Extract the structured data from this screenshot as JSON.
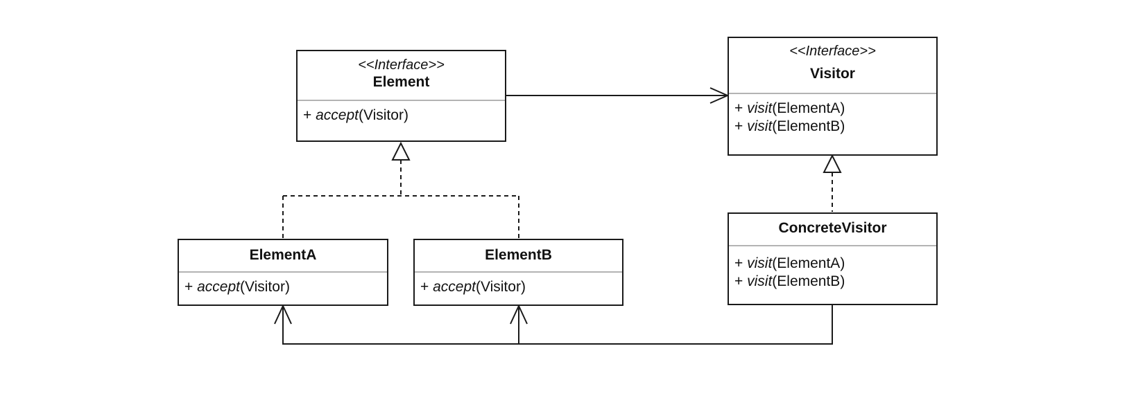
{
  "colors": {
    "stroke": "#1a1a1a",
    "separator": "#b3b3b3",
    "background": "#ffffff"
  },
  "classes": {
    "element": {
      "stereotype": "<<Interface>>",
      "name": "Element",
      "operations": [
        {
          "prefix": "+ ",
          "name": "accept",
          "params": "(Visitor)"
        }
      ]
    },
    "visitor": {
      "stereotype": "<<Interface>>",
      "name": "Visitor",
      "operations": [
        {
          "prefix": "+ ",
          "name": "visit",
          "params": "(ElementA)"
        },
        {
          "prefix": "+ ",
          "name": "visit",
          "params": "(ElementB)"
        }
      ]
    },
    "element_a": {
      "name": "ElementA",
      "operations": [
        {
          "prefix": "+ ",
          "name": "accept",
          "params": "(Visitor)"
        }
      ]
    },
    "element_b": {
      "name": "ElementB",
      "operations": [
        {
          "prefix": "+ ",
          "name": "accept",
          "params": "(Visitor)"
        }
      ]
    },
    "concrete_visitor": {
      "name": "ConcreteVisitor",
      "operations": [
        {
          "prefix": "+ ",
          "name": "visit",
          "params": "(ElementA)"
        },
        {
          "prefix": "+ ",
          "name": "visit",
          "params": "(ElementB)"
        }
      ]
    }
  },
  "relationships": [
    {
      "type": "association",
      "from": "Element",
      "to": "Visitor"
    },
    {
      "type": "realization",
      "from": "ElementA",
      "to": "Element"
    },
    {
      "type": "realization",
      "from": "ElementB",
      "to": "Element"
    },
    {
      "type": "realization",
      "from": "ConcreteVisitor",
      "to": "Visitor"
    },
    {
      "type": "association",
      "from": "ConcreteVisitor",
      "to": "ElementA"
    },
    {
      "type": "association",
      "from": "ConcreteVisitor",
      "to": "ElementB"
    }
  ]
}
